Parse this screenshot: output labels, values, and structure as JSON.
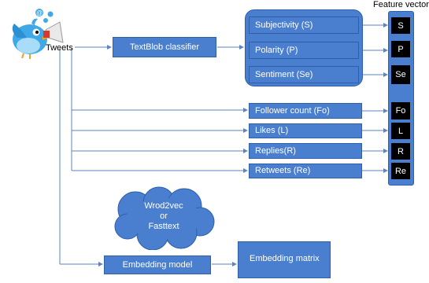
{
  "source": {
    "label": "Tweets"
  },
  "classifier": {
    "label": "TextBlob classifier"
  },
  "sentiment_features": [
    {
      "label": "Subjectivity (S)"
    },
    {
      "label": "Polarity (P)"
    },
    {
      "label": "Sentiment (Se)"
    }
  ],
  "metadata_features": [
    {
      "label": "Follower count (Fo)"
    },
    {
      "label": "Likes (L)"
    },
    {
      "label": "Replies(R)"
    },
    {
      "label": "Retweets (Re)"
    }
  ],
  "feature_vector": {
    "title": "Feature vector",
    "cells": [
      "S",
      "P",
      "Se",
      "Fo",
      "L",
      "R",
      "Re"
    ]
  },
  "embedding": {
    "options": [
      "Wrod2vec",
      "or",
      "Fasttext"
    ],
    "model_label": "Embedding model",
    "matrix_label": "Embedding matrix"
  },
  "colors": {
    "box": "#4a7fd0",
    "line": "#5b86c6",
    "cell": "#000000"
  },
  "icons": {
    "tweets": "twitter-bird-megaphone-icon"
  }
}
